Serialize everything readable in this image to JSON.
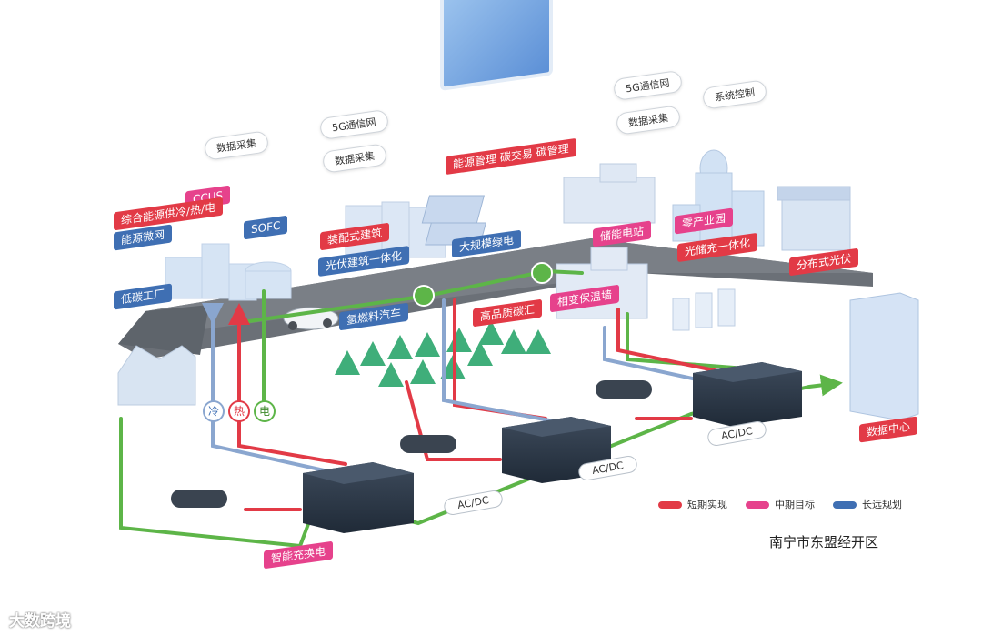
{
  "platform": {
    "title": "智慧能源生态平台",
    "footer": "能源管理 碳交易 碳管理"
  },
  "tech_pills": [
    "数据采集",
    "5G通信网",
    "数据采集",
    "5G通信网",
    "系统控制",
    "数据采集"
  ],
  "labels": {
    "ccus": "CCUS",
    "cchp": "综合能源供冷/热/电",
    "microgrid": "能源微网",
    "sofc": "SOFC",
    "low_carbon_factory": "低碳工厂",
    "prefab": "装配式建筑",
    "bipv": "光伏建筑一体化",
    "large_pv": "大规模绿电",
    "hydrogen_car": "氢燃料汽车",
    "carbon_sink": "高品质碳汇",
    "phase_change": "相变保温墙",
    "storage_station": "储能电站",
    "zero_park": "零产业园",
    "pv_storage_charge": "光储充一体化",
    "distributed_pv": "分布式光伏",
    "data_center": "数据中心",
    "smart_charging": "智能充换电"
  },
  "flow_markers": {
    "cold": "冷",
    "heat": "热",
    "electric": "电"
  },
  "converters": [
    "AC/DC",
    "AC/DC",
    "AC/DC"
  ],
  "legend": [
    {
      "label": "短期实现",
      "color": "#e23a46"
    },
    {
      "label": "中期目标",
      "color": "#e6428c"
    },
    {
      "label": "长远规划",
      "color": "#3f6fb3"
    }
  ],
  "region": "南宁市东盟经开区",
  "watermark": "大数跨境",
  "colors": {
    "road": "#6b7077",
    "green_flow": "#5db548",
    "red_flow": "#e23a46",
    "blue_flow": "#8aa6cf",
    "building": "#d6e4f4",
    "box": "#2d3a4a",
    "tree": "#3fae7a"
  }
}
